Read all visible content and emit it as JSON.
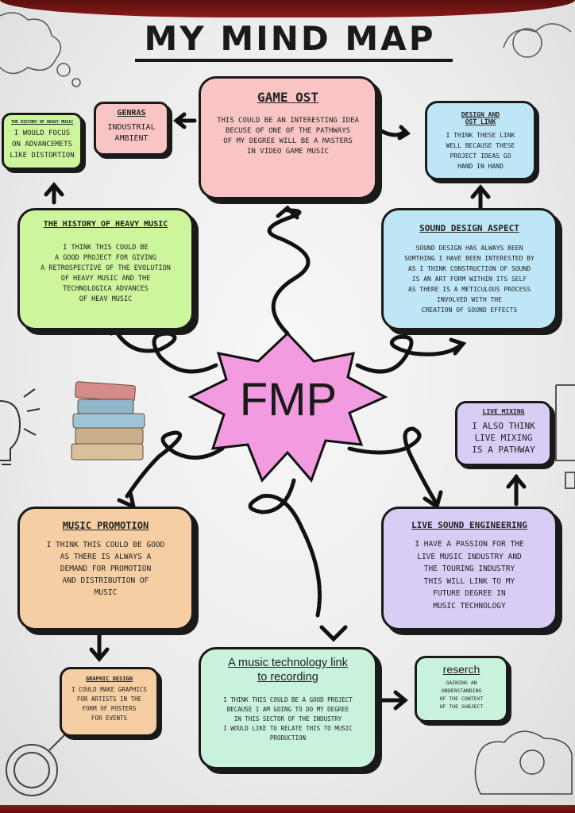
{
  "title": "MY MIND MAP",
  "center": {
    "label": "FMP"
  },
  "nodes": {
    "game_ost": {
      "title": "GAME OST",
      "body": "THIS COULD BE AN INTERESTING IDEA\nBECUSE OF ONE OF THE PATHWAYS\nOF MY DEGREE WILL BE A MASTERS\nIN VIDEO GAME MUSIC"
    },
    "genras": {
      "title": "GENRAS",
      "body": "INDUSTRIAL\nAMBIENT"
    },
    "history_small": {
      "title": "THE HISTORY OF HEAVY MUSIC",
      "body": "I WOULD FOCUS\nON ADVANCEMETS\nLIKE DISTORTION"
    },
    "design_ost": {
      "title": "DESIGN AND\nOST LINK",
      "body": "I THINK THESE LINK\nWELL BECAUSE THESE\nPROJECT IDEAS GO\nHAND IN HAND"
    },
    "history_heavy": {
      "title": "THE HISTORY OF HEAVY MUSIC",
      "body": "I THINK THIS COULD BE\nA GOOD PROJECT FOR GIVING\nA RETROSPECTIVE OF THE EVOLUTION\nOF HEAVY MUSIC AND THE\nTECHNOLOGICA ADVANCES\nOF HEAV MUSIC"
    },
    "sound_design": {
      "title": "SOUND DESIGN ASPECT",
      "body": "SOUND DESIGN HAS ALWAYS BEEN\nSOMTHING I HAVE BEEN INTERESTED BY\nAS I THINK CONSTRUCTION OF SOUND\nIS AN ART FORM WITHIN ITS SELF\nAS THERE IS A METICULOUS PROCESS\nINVOLVED WITH THE\nCREATION OF SOUND EFFECTS"
    },
    "live_mixing": {
      "title": "LIVE MIXING",
      "body": "I ALSO THINK\nLIVE MIXING\nIS A PATHWAY"
    },
    "music_promotion": {
      "title": "MUSIC PROMOTION",
      "body": "I THINK THIS COULD BE GOOD\nAS THERE IS ALWAYS A\nDEMAND FOR PROMOTION\nAND DISTRIBUTION OF\nMUSIC"
    },
    "live_sound": {
      "title": "LIVE SOUND ENGINEERING",
      "body": "I HAVE A PASSION FOR THE\nLIVE MUSIC INDUSTRY AND\nTHE TOURING INDUSTRY\nTHIS WILL LINK TO MY\nFUTURE DEGREE IN\nMUSIC TECHNOLOGY"
    },
    "graphic_design": {
      "title": "GRAPHIC DESIGN",
      "body": "I COULD MAKE GRAPHICS\nFOR ARTISTS IN THE\nFORM OF POSTERS\nFOR EVENTS"
    },
    "music_tech": {
      "title": "A music technology link\nto recording",
      "body": "I THINK THIS COULD BE A GOOD PROJECT\nBECAUSE I AM GOING TO DO MY DEGREE\nIN THIS SECTOR OF THE INDUSTRY\nI WOULD LIKE TO RELATE THIS TO MUSIC\nPRODUCTION"
    },
    "reserch": {
      "title": "reserch",
      "body": "GAINING AN\nUNDERSTANDING\nOF THE CONTEXT\nOF THE SUBJECT"
    }
  },
  "colors": {
    "pink": "#f8c4c4",
    "green": "#cdf59b",
    "sky": "#bfe6f7",
    "lavender": "#d9ccf5",
    "peach": "#f5cfa3",
    "mint": "#c8f2dc",
    "star": "#f29be0",
    "frame": "#7a1414"
  },
  "icons": [
    "books-icon",
    "lightbulb-icon",
    "magnifier-icon",
    "cloud-doodle-icon"
  ]
}
